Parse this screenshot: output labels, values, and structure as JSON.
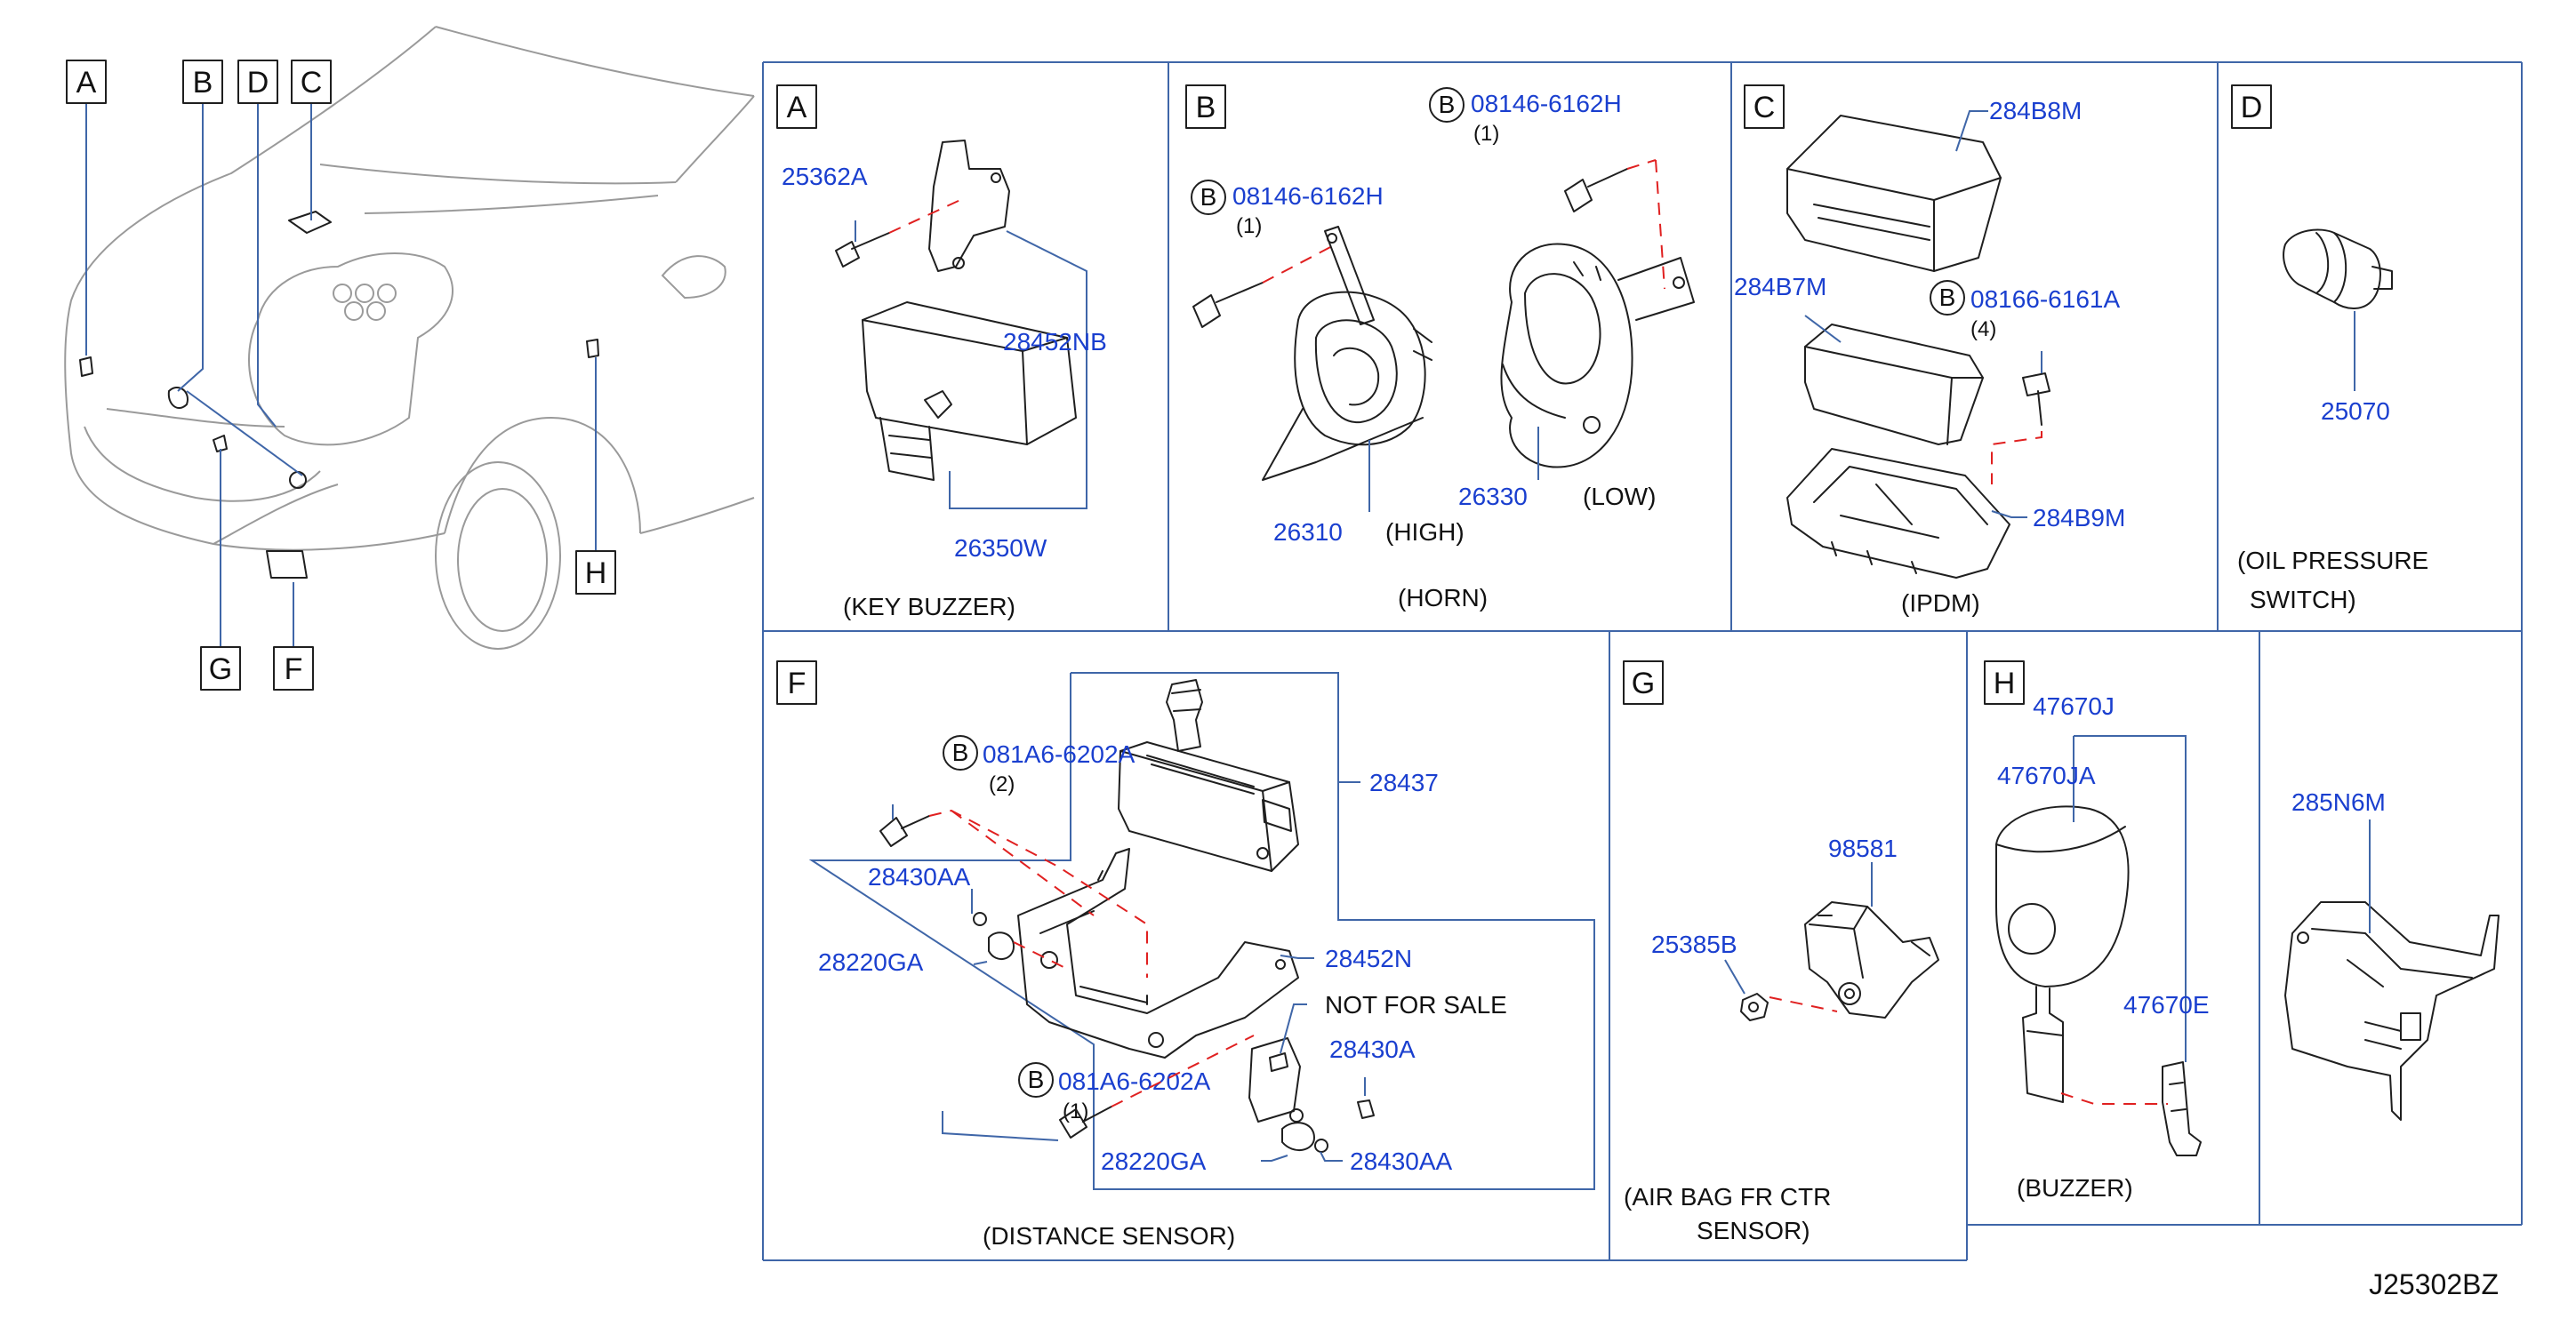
{
  "panels": {
    "A": {
      "letter": "A",
      "caption": "(KEY   BUZZER)",
      "parts": [
        "25362A",
        "28452NB",
        "26350W"
      ]
    },
    "B": {
      "letter": "B",
      "caption": "(HORN)",
      "bolt1": "08146-6162H",
      "bolt1_qty": "(1)",
      "bolt2": "08146-6162H",
      "bolt2_qty": "(1)",
      "part_high": "26310",
      "high": "(HIGH)",
      "part_low": "26330",
      "low": "(LOW)"
    },
    "C": {
      "letter": "C",
      "caption": "(IPDM)",
      "parts": [
        "284B8M",
        "284B7M",
        "284B9M"
      ],
      "bolt": "08166-6161A",
      "bolt_qty": "(4)"
    },
    "D": {
      "letter": "D",
      "caption1": "(OIL   PRESSURE",
      "caption2": "SWITCH)",
      "part": "25070"
    },
    "F": {
      "letter": "F",
      "caption": "(DISTANCE   SENSOR)",
      "bolt1": "081A6-6202A",
      "bolt1_qty": "(2)",
      "bolt2": "081A6-6202A",
      "bolt2_qty": "(1)",
      "p28437": "28437",
      "p28430AA_1": "28430AA",
      "p28220GA_1": "28220GA",
      "p28452N": "28452N",
      "nfs": "NOT   FOR   SALE",
      "p28430A": "28430A",
      "p28220GA_2": "28220GA",
      "p28430AA_2": "28430AA"
    },
    "G": {
      "letter": "G",
      "caption1": "(AIR   BAG   FR   CTR",
      "caption2": "SENSOR)",
      "p98581": "98581",
      "p25385B": "25385B"
    },
    "H": {
      "letter": "H",
      "caption": "(BUZZER)",
      "p47670J": "47670J",
      "p47670JA": "47670JA",
      "p47670E": "47670E"
    },
    "X": {
      "part": "285N6M"
    }
  },
  "vehicle_callouts": [
    "A",
    "B",
    "D",
    "C",
    "G",
    "F",
    "H"
  ],
  "bolt_symbol": "B",
  "reference": "J25302BZ"
}
